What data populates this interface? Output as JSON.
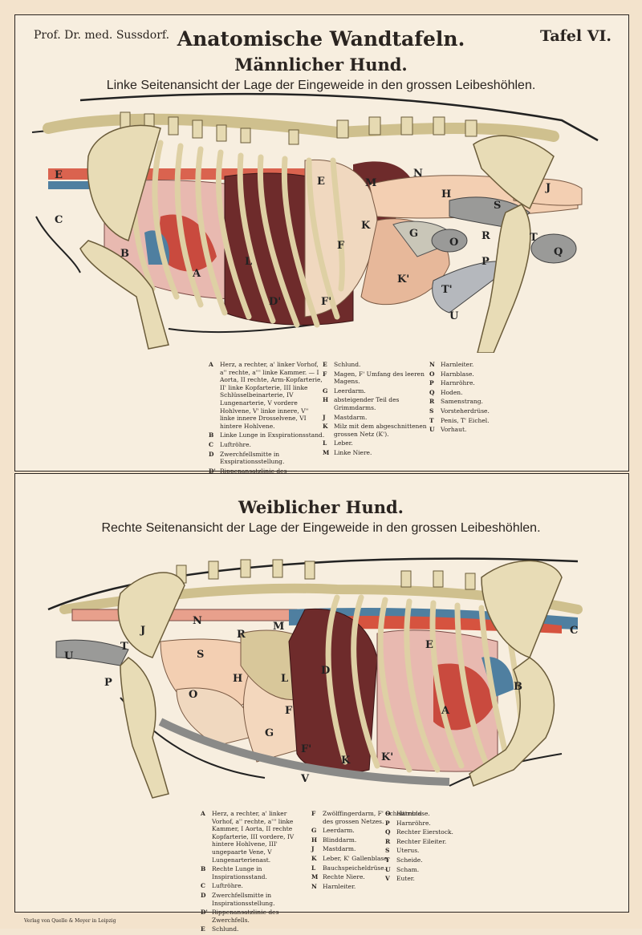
{
  "header": {
    "author": "Prof. Dr. med. Sussdorf.",
    "title": "Anatomische Wandtafeln.",
    "plate": "Tafel VI."
  },
  "top": {
    "subtitle": "Männlicher Hund.",
    "description": "Linke Seitenansicht der Lage der Eingeweide in den grossen Leibeshöhlen.",
    "legend_columns": [
      [
        {
          "key": "A",
          "text": "Herz, a rechter, a' linker Vorhof, a'' rechte, a''' linke Kammer. — I Aorta, II rechte, Arm-Kopfarterie, II' linke Kopfarterie, III linke Schlüsselbeinarterie, IV Lungenarterie, V vordere Hohlvene, V' linke innere, V'' linke innere Drosselvene, VI hintere Hohlvene."
        },
        {
          "key": "B",
          "text": "Linke Lunge in Exspirationsstand."
        },
        {
          "key": "C",
          "text": "Luftröhre."
        },
        {
          "key": "D",
          "text": "Zwerchfellsmitte in Exspirationsstellung."
        },
        {
          "key": "D'",
          "text": "Rippenansatzlinie des Zwerchfells."
        }
      ],
      [
        {
          "key": "E",
          "text": "Schlund."
        },
        {
          "key": "F",
          "text": "Magen, F' Umfang des leeren Magens."
        },
        {
          "key": "G",
          "text": "Leerdarm."
        },
        {
          "key": "H",
          "text": "absteigender Teil des Grimmdarms."
        },
        {
          "key": "J",
          "text": "Mastdarm."
        },
        {
          "key": "K",
          "text": "Milz mit dem abgeschnittenen grossen Netz (K')."
        },
        {
          "key": "L",
          "text": "Leber."
        },
        {
          "key": "M",
          "text": "Linke Niere."
        }
      ],
      [
        {
          "key": "N",
          "text": "Harnleiter."
        },
        {
          "key": "O",
          "text": "Harnblase."
        },
        {
          "key": "P",
          "text": "Harnröhre."
        },
        {
          "key": "Q",
          "text": "Hoden."
        },
        {
          "key": "R",
          "text": "Samenstrang."
        },
        {
          "key": "S",
          "text": "Vorsteherdrüse."
        },
        {
          "key": "T",
          "text": "Penis, T' Eichel."
        },
        {
          "key": "U",
          "text": "Vorhaut."
        }
      ]
    ]
  },
  "bottom": {
    "subtitle": "Weiblicher Hund.",
    "description": "Rechte Seitenansicht der Lage der Eingeweide in den grossen Leibeshöhlen.",
    "legend_columns": [
      [
        {
          "key": "A",
          "text": "Herz, a rechter, a' linker Vorhof, a'' rechte, a''' linke Kammer, I Aorta, II rechte Kopfarterie, III vordere, IV hintere Hohlvene, III' ungepaarte Vene, V Lungenarterienast."
        },
        {
          "key": "B",
          "text": "Rechte Lunge in Inspirationsstand."
        },
        {
          "key": "C",
          "text": "Luftröhre."
        },
        {
          "key": "D",
          "text": "Zwerchfellsmitte in Inspirationsstellung."
        },
        {
          "key": "D'",
          "text": "Rippenansatzlinie des Zwerchfells."
        },
        {
          "key": "E",
          "text": "Schlund."
        }
      ],
      [
        {
          "key": "F",
          "text": "Zwölffingerdarm, F' Schnittrand des grossen Netzes."
        },
        {
          "key": "G",
          "text": "Leerdarm."
        },
        {
          "key": "H",
          "text": "Blinddarm."
        },
        {
          "key": "J",
          "text": "Mastdarm."
        },
        {
          "key": "K",
          "text": "Leber, K' Gallenblase."
        },
        {
          "key": "L",
          "text": "Bauchspeicheldrüse."
        },
        {
          "key": "M",
          "text": "Rechte Niere."
        },
        {
          "key": "N",
          "text": "Harnleiter."
        }
      ],
      [
        {
          "key": "O",
          "text": "Harnblase."
        },
        {
          "key": "P",
          "text": "Harnröhre."
        },
        {
          "key": "Q",
          "text": "Rechter Eierstock."
        },
        {
          "key": "R",
          "text": "Rechter Eileiter."
        },
        {
          "key": "S",
          "text": "Uterus."
        },
        {
          "key": "T",
          "text": "Scheide."
        },
        {
          "key": "U",
          "text": "Scham."
        },
        {
          "key": "V",
          "text": "Euter."
        }
      ]
    ]
  },
  "publisher": "Verlag von Quelle & Meyer in Leipzig",
  "colors": {
    "paper": "#f7eedf",
    "bone": "#e8dcb6",
    "liver": "#6e2b2b",
    "lung": "#e8b9b0",
    "artery": "#d6533f",
    "vein": "#4f7fa0",
    "intestine": "#f0c9a6",
    "bladder": "#9a9a98"
  }
}
